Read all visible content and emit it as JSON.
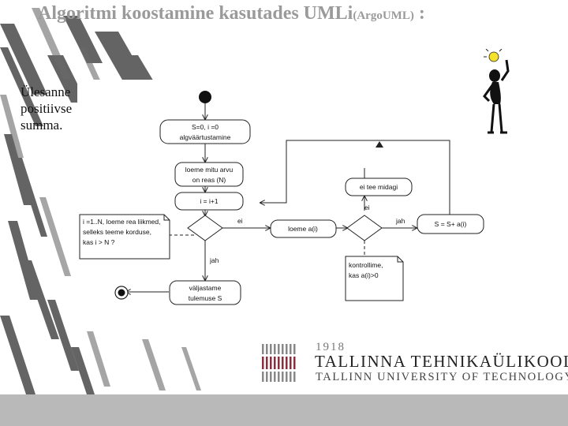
{
  "title": {
    "main": "Algoritmi koostamine kasutades UMLi",
    "suffix": "(ArgoUML)",
    "colon": " :"
  },
  "task_text": {
    "line1": "Ülesanne",
    "line2": "positiivse",
    "line3": "summa."
  },
  "diagram": {
    "init_box": {
      "line1": "S=0, i =0",
      "line2": "algväärtustamine"
    },
    "read_n_box": {
      "line1": "loeme mitu arvu",
      "line2": "on reas (N)"
    },
    "increment_box": "i = i+1",
    "loop_note": {
      "line1": "i =1..N, loeme rea liikmed,",
      "line2": "selleks teeme korduse,",
      "line3": "kas i > N ?"
    },
    "guard_ei_1": "ei",
    "read_a_box": "loeme a(i)",
    "guard_jah_1": "jah",
    "output_box": {
      "line1": "väljastame",
      "line2": "tulemuse S"
    },
    "noop_box": "ei tee midagi",
    "guard_ei_2": "ei",
    "guard_jah_2": "jah",
    "sum_box": "S = S+ a(i)",
    "check_note": {
      "line1": "kontrollime,",
      "line2": "kas a(i)>0"
    }
  },
  "logo": {
    "year": "1918",
    "name_et": "TALLINNA TEHNIKAÜLIKOOL",
    "name_en": "TALLINN UNIVERSITY OF TECHNOLOGY"
  },
  "colors": {
    "title": "#9a9a9a",
    "stripe": "#4a4a4a",
    "logo_bar": "#8b2e3e",
    "bottom_bar": "#b9b9b9"
  }
}
